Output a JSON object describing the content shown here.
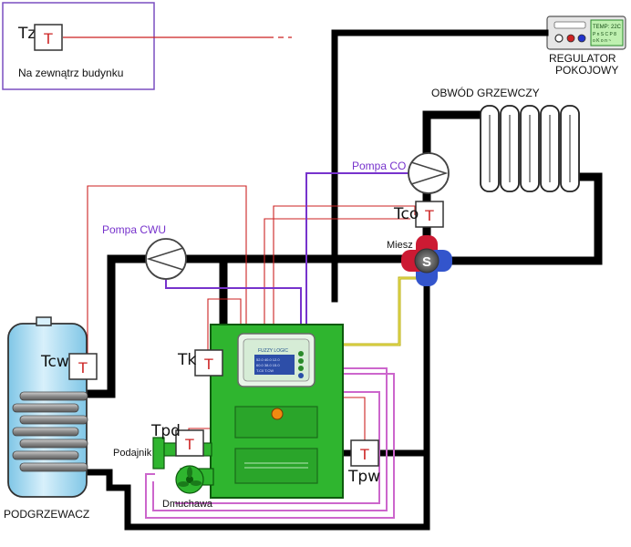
{
  "outside": {
    "sensor_label": "Tz",
    "caption": "Na zewnątrz budynku"
  },
  "sensor_letter": "T",
  "regulator": {
    "line1": "REGULATOR",
    "line2": "POKOJOWY",
    "display_line1": "TEMP: 22C",
    "display_line2": "P n S C P 8",
    "display_line3": "o K o n ~"
  },
  "circuit": {
    "title": "OBWÓD GRZEWCZY"
  },
  "pumps": {
    "co": "Pompa CO",
    "cwu": "Pompa CWU"
  },
  "sensors": {
    "tco": "Tco",
    "tk": "Tk",
    "tcw": "Tcw",
    "tpd": "Tpd",
    "tpw": "Tpw"
  },
  "mixer": {
    "label": "Miesz",
    "symbol": "S"
  },
  "controller": {
    "brand": "FUZZY LOGIC",
    "screen_line1": "52.0  40.0  12.0",
    "screen_line2": "60.0  38.0  15.0",
    "screen_line3": "T.C0  T.CW"
  },
  "feeder": {
    "label": "Podajnik"
  },
  "blower": {
    "label": "Dmuchawa"
  },
  "heater": {
    "label": "PODGRZEWACZ"
  },
  "colors": {
    "pipe": "#000000",
    "sensor_wire": "#cc2222",
    "pump_wire": "#7733cc",
    "boiler": "#2fb52f",
    "boiler_dark": "#1d7a1d",
    "tank": "#a9dbf0",
    "coil": "#8a8a8a",
    "mixer_hot": "#cc1a33",
    "mixer_cold": "#3355cc",
    "mixer_wire": "#c8c020",
    "ctrl_wire": "#cc66cc"
  }
}
